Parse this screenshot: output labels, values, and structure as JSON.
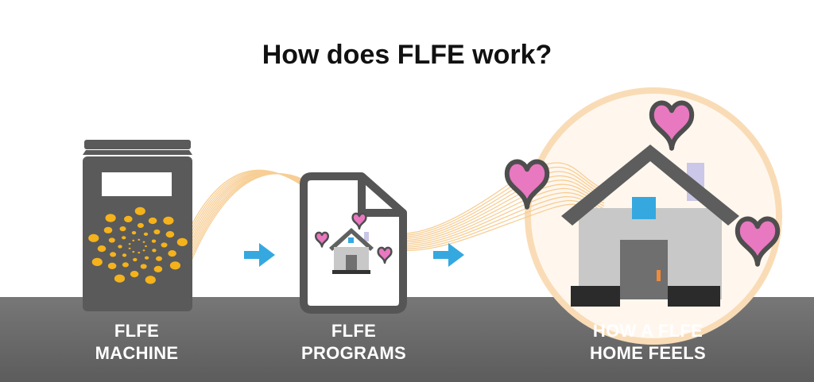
{
  "title": "How does FLFE work?",
  "steps": [
    {
      "line1": "FLFE",
      "line2": "MACHINE"
    },
    {
      "line1": "FLFE",
      "line2": "PROGRAMS"
    },
    {
      "line1": "HOW A FLFE",
      "line2": "HOME FEELS"
    }
  ],
  "icons": [
    "machine-icon",
    "arrow-right-icon",
    "program-document-icon",
    "arrow-right-icon",
    "house-icon",
    "heart-icon"
  ],
  "colors": {
    "dark_gray": "#555555",
    "gold": "#f5b21b",
    "wave": "#f7c98a",
    "arrow_blue": "#35a8e0",
    "heart_pink": "#e878c0",
    "house_gray": "#c8c8c8",
    "window_blue": "#3aa9e0",
    "ground": "#666666"
  }
}
